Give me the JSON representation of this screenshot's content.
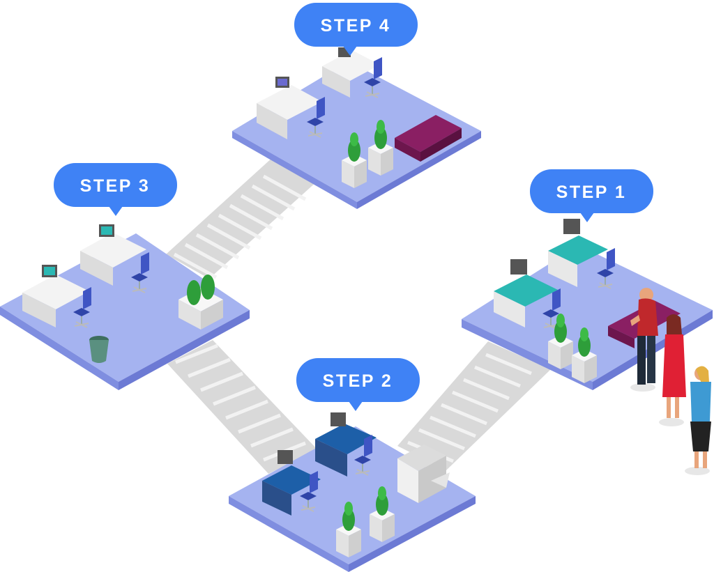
{
  "steps": [
    {
      "id": "step1",
      "label": "STEP 1"
    },
    {
      "id": "step2",
      "label": "STEP 2"
    },
    {
      "id": "step3",
      "label": "STEP 3"
    },
    {
      "id": "step4",
      "label": "STEP 4"
    }
  ],
  "colors": {
    "floor_top": "#a5b3f0",
    "floor_left": "#7f8ee0",
    "floor_right": "#6c7ad4",
    "badge": "#3f82f5",
    "stairs": "#e7e7e7",
    "desk_teal": "#2bb8b3",
    "desk_navy": "#1d5fa8",
    "desk_white": "#f3f3f3",
    "sofa": "#8a1f63",
    "plant": "#2e9e3a"
  }
}
